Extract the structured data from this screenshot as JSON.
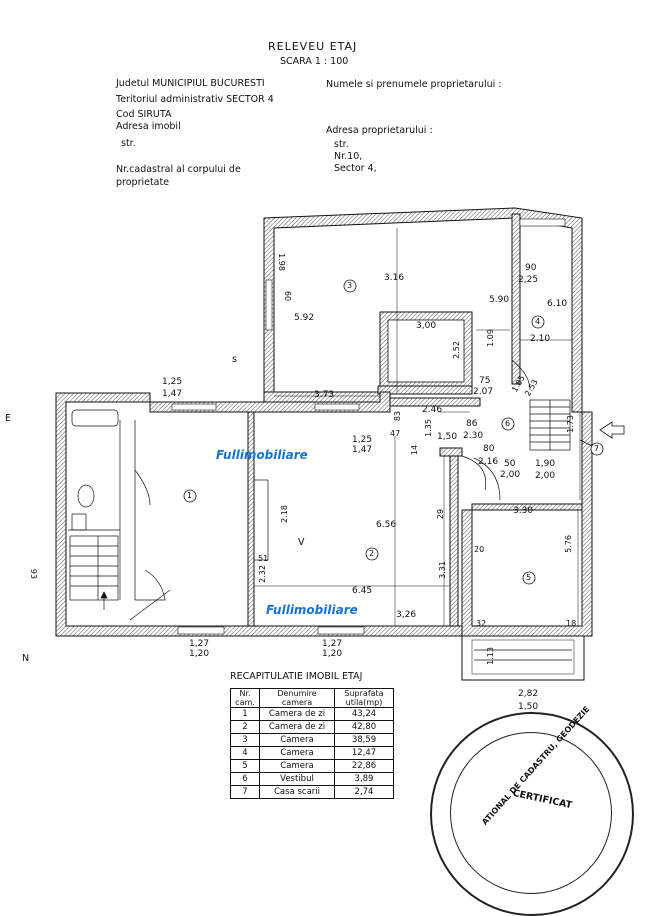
{
  "header": {
    "title": "RELEVEU ETAJ",
    "scale": "SCARA 1 : 100",
    "county": "Judetul MUNICIPIUL BUCURESTI",
    "territory": "Teritoriul administrativ SECTOR 4",
    "siruta": "Cod SIRUTA",
    "property_address": "Adresa imobil",
    "street": "str.",
    "cadastral_1": "Nr.cadastral al corpului de",
    "cadastral_2": "proprietate",
    "owner_name": "Numele si prenumele proprietarului :",
    "owner_address": "Adresa proprietarului :",
    "owner_street": "str.",
    "owner_number": "Nr.10,",
    "owner_sector": "Sector 4,"
  },
  "watermark": {
    "top": "Fullimobiliare",
    "bottom": "Fullimobiliare"
  },
  "plan": {
    "compass_s": "s",
    "compass_e": "E",
    "compass_n": "N",
    "left_fragment": "93",
    "room_numbers": [
      "1",
      "2",
      "3",
      "4",
      "5",
      "6",
      "7"
    ],
    "room_letter_v": "V",
    "labels": {
      "w1_top": "1,25",
      "w1_bot": "1,47",
      "w2_top": "1,25",
      "w2_bot": "1,47",
      "w3_top": "1,27",
      "w3_bot": "1,20",
      "w4_top": "1,27",
      "w4_bot": "1,20",
      "w5_top": "2,82",
      "w5_bot": "1,50",
      "w6_top": "90",
      "w6_bot": "2,25",
      "r3_width": "3.16",
      "r3_height": "5.92",
      "r3_left_small": "1.98",
      "r3_left_60": "60",
      "r3_bottom": "3.73",
      "inner_box": "3,00",
      "inner_252": "2.52",
      "inner_109": "1.09",
      "r3_590": "5.90",
      "r4_610": "6.10",
      "r4_210": "2.10",
      "stair_75": "75",
      "stair_207": "2.07",
      "stair_185": "1.85",
      "stair_253": "2.53",
      "hall_246": "2.46",
      "hall_83": "83",
      "hall_135": "1.35",
      "hall_86": "86",
      "hall_150": "1,50",
      "hall_230": "2.30",
      "hall_47": "47",
      "hall_14": "14",
      "hall_80": "80",
      "hall_216": "2,16",
      "hall_50": "50",
      "hall_200a": "2,00",
      "hall_190": "1,90",
      "hall_200b": "2,00",
      "hall_173": "1.73",
      "r2_656": "6.56",
      "r2_218": "2.18",
      "r2_645": "6.45",
      "r2_232": "2.32",
      "r2_51": "51",
      "r2_331": "3.31",
      "r2_326": "3,26",
      "r2_29": "29",
      "r5_330": "3.30",
      "r5_576": "5.76",
      "r5_20": "20",
      "r5_32": "32",
      "r5_18": "18",
      "r5_113": "1.13"
    }
  },
  "recap": {
    "title": "RECAPITULATIE IMOBIL ETAJ",
    "headers": [
      "Nr. cam.",
      "Denumire camera",
      "Suprafata utila(mp)"
    ],
    "rows": [
      [
        "1",
        "Camera de zi",
        "43,24"
      ],
      [
        "2",
        "Camera de zi",
        "42,80"
      ],
      [
        "3",
        "Camera",
        "38,59"
      ],
      [
        "4",
        "Camera",
        "12,47"
      ],
      [
        "5",
        "Camera",
        "22,86"
      ],
      [
        "6",
        "Vestibul",
        "3,89"
      ],
      [
        "7",
        "Casa scarii",
        "2,74"
      ]
    ]
  },
  "seal": {
    "arc_text": "ATIONAL DE CADASTRU, GEODEZIE",
    "inner_text": "CERTIFICAT"
  }
}
